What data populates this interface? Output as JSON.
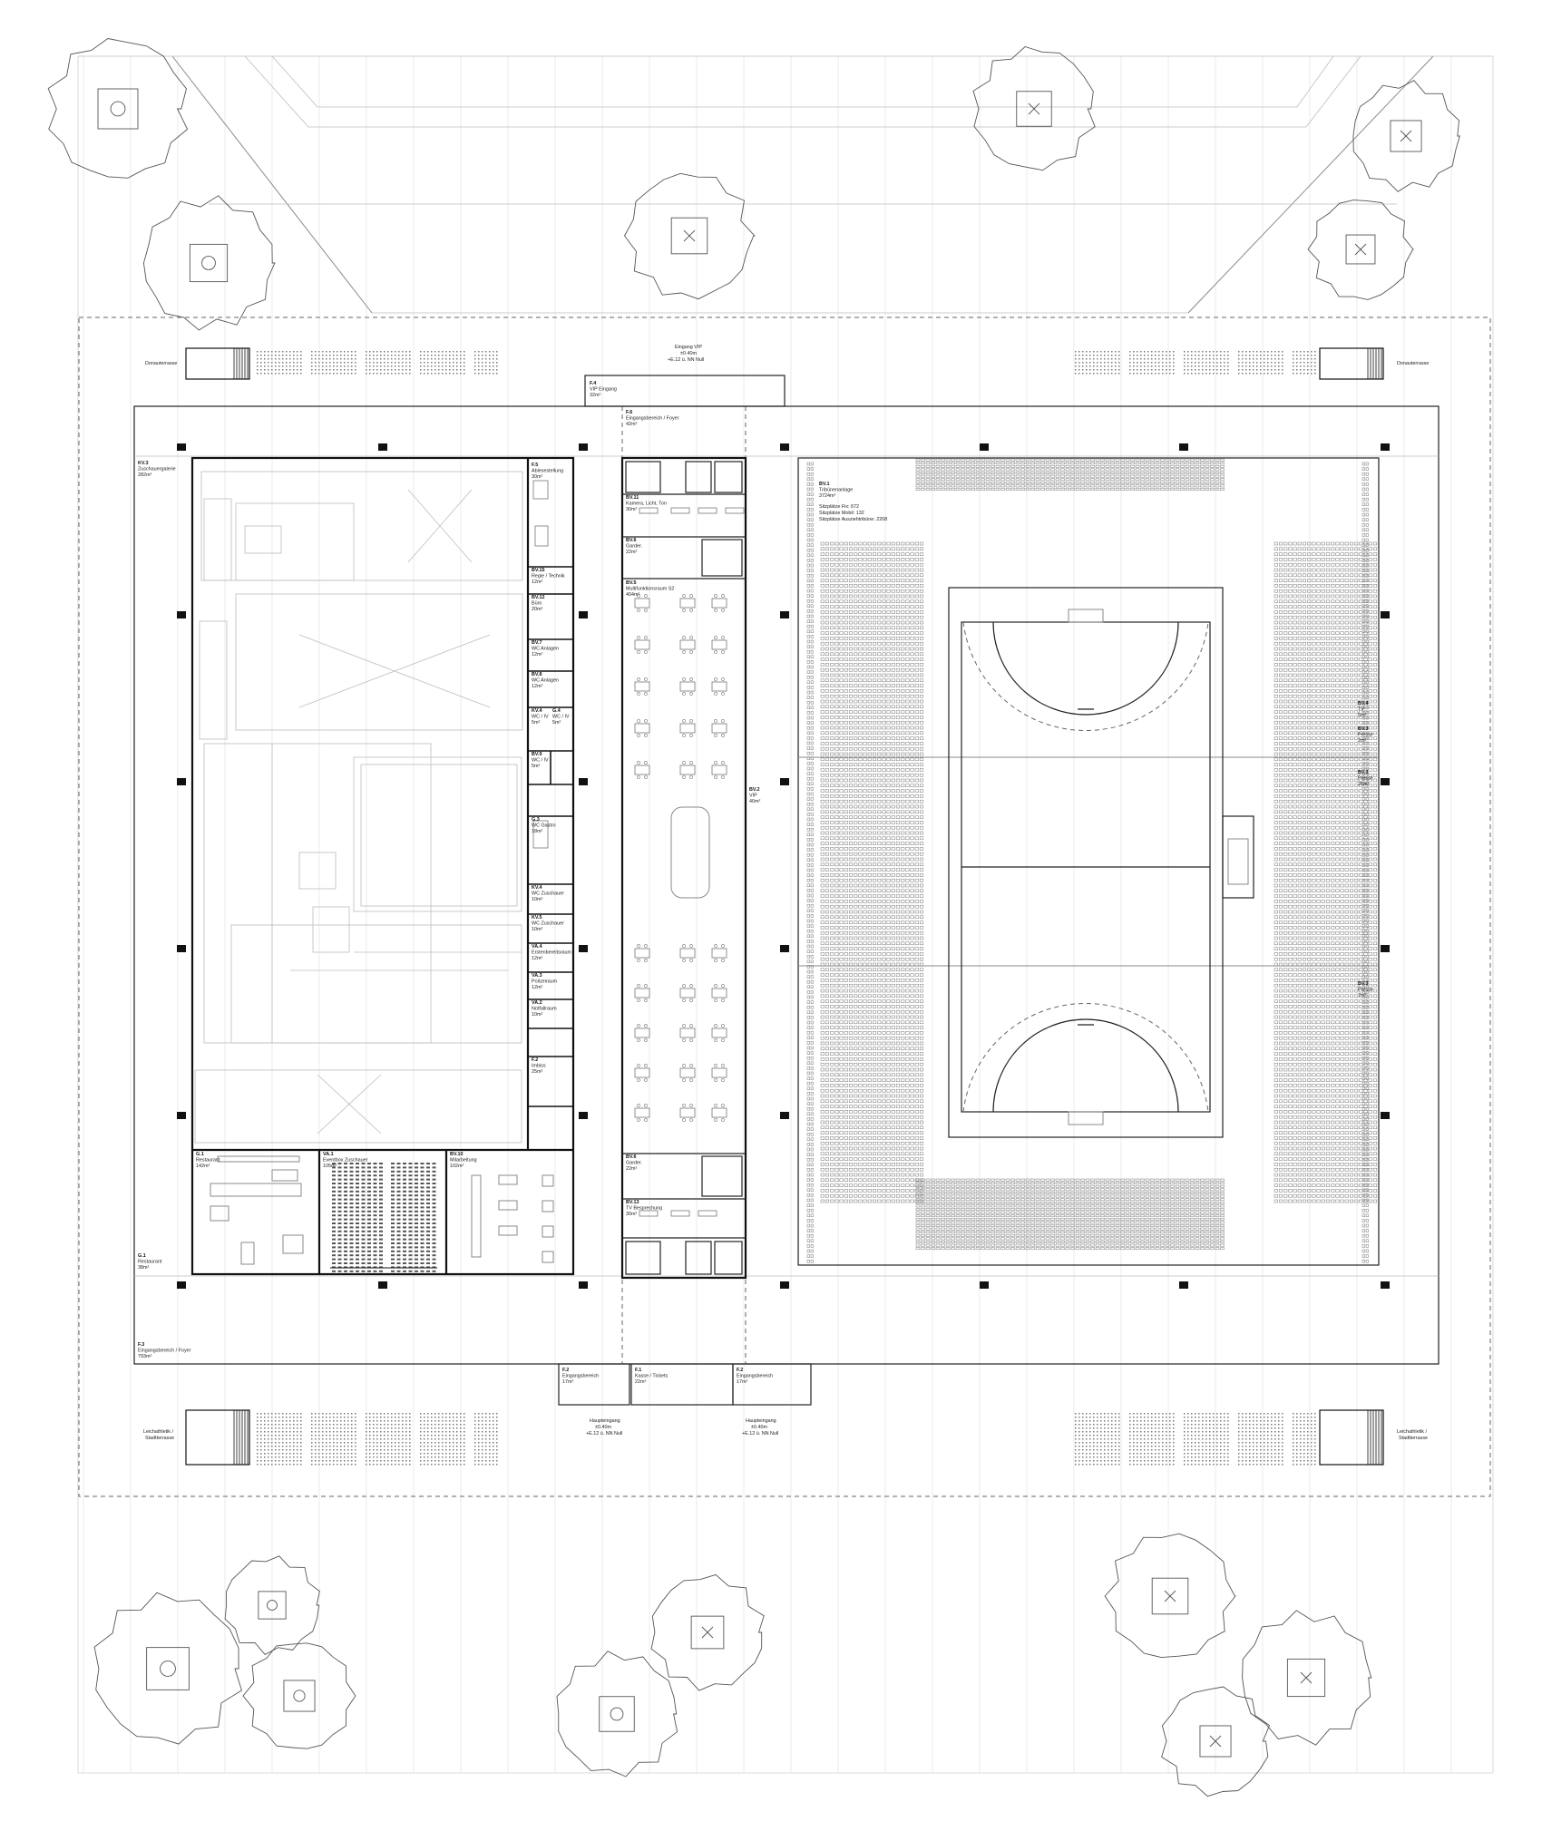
{
  "labels": {
    "donauterrasse_left": "Donauterrasse",
    "donauterrasse_right": "Donauterrasse",
    "lichthof_left_1": "Leichathletik /",
    "lichthof_left_2": "Stadtterrasse",
    "lichthof_right_1": "Leichathletik /",
    "lichthof_right_2": "Stadtterrasse",
    "eingang_vip_1": "Eingang VIP",
    "eingang_vip_2": "±0.40m",
    "eingang_vip_3": "+E.12 ü. NN  Null",
    "haupt_left_1": "Haupteingang",
    "haupt_left_2": "±0.40m",
    "haupt_left_3": "+E.12 ü. NN  Null",
    "haupt_right_1": "Haupteingang",
    "haupt_right_2": "±0.40m",
    "haupt_right_3": "+E.12 ü. NN  Null"
  },
  "rooms": {
    "f4": {
      "code": "F.4",
      "name": "VIP Eingang",
      "area": "32m²"
    },
    "f6": {
      "code": "F.6",
      "name": "Eingangsbereich / Foyer",
      "area": "42m²"
    },
    "kv3": {
      "code": "KV.3",
      "name": "Zuschauergalerie",
      "area": "282m²"
    },
    "f5": {
      "code": "F.5",
      "name": "Ablesestellung",
      "area": "30m²"
    },
    "bv15": {
      "code": "BV.15",
      "name": "Regie / Technik",
      "area": "12m²"
    },
    "bv12": {
      "code": "BV.12",
      "name": "Büro",
      "area": "20m²"
    },
    "bv7": {
      "code": "BV.7",
      "name": "WC Anlagen",
      "area": "12m²"
    },
    "bv8": {
      "code": "BV.8",
      "name": "WC Anlagen",
      "area": "12m²"
    },
    "kv4": {
      "code": "KV.4",
      "name": "WC / IV",
      "area": "5m²"
    },
    "g4": {
      "code": "G.4",
      "name": "WC / IV",
      "area": "5m²"
    },
    "bv9": {
      "code": "BV.9",
      "name": "WC / IV",
      "area": "5m²"
    },
    "g3": {
      "code": "G.3",
      "name": "WC Gastro",
      "area": "18m²"
    },
    "kvy": {
      "code": "KV.4",
      "name": "WC Zuschauer",
      "area": "10m²"
    },
    "kv5": {
      "code": "KV.5",
      "name": "WC Zuschauer",
      "area": "10m²"
    },
    "va4": {
      "code": "VA.4",
      "name": "Erstenbereitsraum",
      "area": "12m²"
    },
    "va3": {
      "code": "VA.3",
      "name": "Polizeiraum",
      "area": "12m²"
    },
    "va2": {
      "code": "VA.2",
      "name": "Notfallraum",
      "area": "10m²"
    },
    "f2": {
      "code": "F.2",
      "name": "Imbiss",
      "area": "25m²"
    },
    "g1": {
      "code": "G.1",
      "name": "Restaurant",
      "area": "142m²"
    },
    "va1": {
      "code": "VA.1",
      "name": "Eventbox Zuschauer",
      "area": "105m²"
    },
    "bv10": {
      "code": "BV.10",
      "name": "Mitarbeitung",
      "area": "102m²"
    },
    "g1b": {
      "code": "G.1",
      "name": "Restaurant",
      "area": "38m²"
    },
    "f3": {
      "code": "F.3",
      "name": "Eingangsbereich / Foyer",
      "area": "793m²"
    },
    "bv11": {
      "code": "BV.11",
      "name": "Kamera, Licht, Ton",
      "area": "30m²"
    },
    "bv6": {
      "code": "BV.6",
      "name": "Garder.",
      "area": "22m²"
    },
    "bv5": {
      "code": "BV.5",
      "name": "Multifunktionsraum S2",
      "area": "404m²"
    },
    "bv2": {
      "code": "BV.2",
      "name": "VIP",
      "area": "40m²"
    },
    "bv6b": {
      "code": "BV.6",
      "name": "Garder.",
      "area": "22m²"
    },
    "bv13": {
      "code": "BV.13",
      "name": "TV Besprechung",
      "area": "30m²"
    },
    "bv1": {
      "code": "BV.1",
      "name": "Tribünenanlage",
      "area": "3724m²"
    },
    "bv1_s1": "Sitzplätze Fix: 672",
    "bv1_s2": "Sitzplätze Mobil: 132",
    "bv1_s3": "Sitzplätze Ausziehtribüne: 2208",
    "bv4": {
      "code": "BV.4",
      "name": "TV",
      "area": "5m²"
    },
    "bv3a": {
      "code": "BV.3",
      "name": "Presse",
      "area": "2m²"
    },
    "bv3b": {
      "code": "BV.3",
      "name": "Presse",
      "area": "25m²"
    },
    "bv3c": {
      "code": "BV.3",
      "name": "Presse",
      "area": "7m²"
    },
    "f2b": {
      "code": "F.2",
      "name": "Eingangsbereich",
      "area": "17m²"
    },
    "f1": {
      "code": "F.1",
      "name": "Kasse / Tickets",
      "area": "22m²"
    },
    "f2c": {
      "code": "F.2",
      "name": "Eingangsbereich",
      "area": "17m²"
    }
  }
}
